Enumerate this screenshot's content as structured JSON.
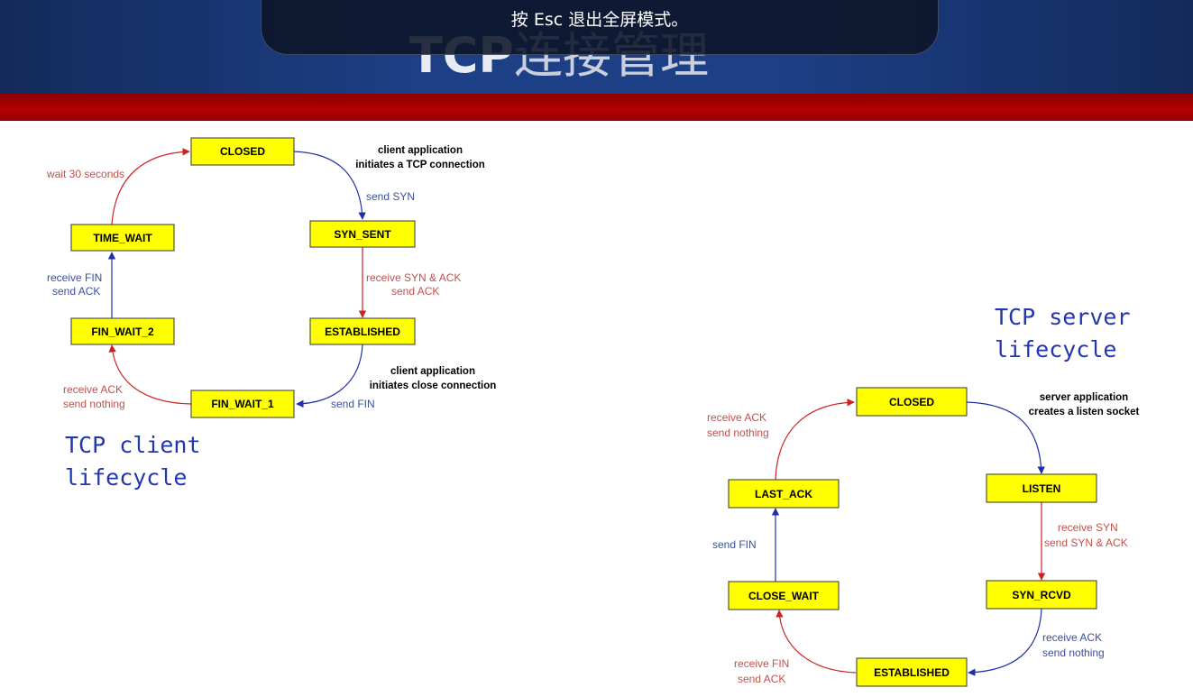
{
  "esc_notice": "按 Esc 退出全屏模式。",
  "title": {
    "latin": "TCP",
    "chinese": "连接管理"
  },
  "client": {
    "caption": [
      "TCP client",
      "lifecycle"
    ],
    "states": {
      "closed": "CLOSED",
      "syn_sent": "SYN_SENT",
      "established": "ESTABLISHED",
      "fin_wait_1": "FIN_WAIT_1",
      "fin_wait_2": "FIN_WAIT_2",
      "time_wait": "TIME_WAIT"
    },
    "notes": {
      "open_app": [
        "client application",
        "initiates a TCP connection"
      ],
      "send_syn": "send SYN",
      "recv_synack": [
        "receive SYN & ACK",
        "send ACK"
      ],
      "close_app": [
        "client application",
        "initiates close connection"
      ],
      "send_fin": "send FIN",
      "recv_ack": [
        "receive  ACK",
        "send nothing"
      ],
      "recv_fin": [
        "receive FIN",
        "send ACK"
      ],
      "wait": "wait 30 seconds"
    }
  },
  "server": {
    "caption": [
      "TCP server",
      "lifecycle"
    ],
    "states": {
      "closed": "CLOSED",
      "listen": "LISTEN",
      "syn_rcvd": "SYN_RCVD",
      "established": "ESTABLISHED",
      "close_wait": "CLOSE_WAIT",
      "last_ack": "LAST_ACK"
    },
    "notes": {
      "listen_app": [
        "server application",
        "creates a listen socket"
      ],
      "recv_syn": [
        "receive SYN",
        "send SYN & ACK"
      ],
      "recv_ack": [
        "receive  ACK",
        "send nothing"
      ],
      "recv_fin": [
        "receive FIN",
        "send ACK"
      ],
      "send_fin": "send FIN",
      "recv_ack_close": [
        "receive  ACK",
        "send nothing"
      ]
    }
  },
  "colors": {
    "state_fill": "#ffff00",
    "red_arrow": "#cc2222",
    "blue_arrow": "#1f2fa8"
  }
}
